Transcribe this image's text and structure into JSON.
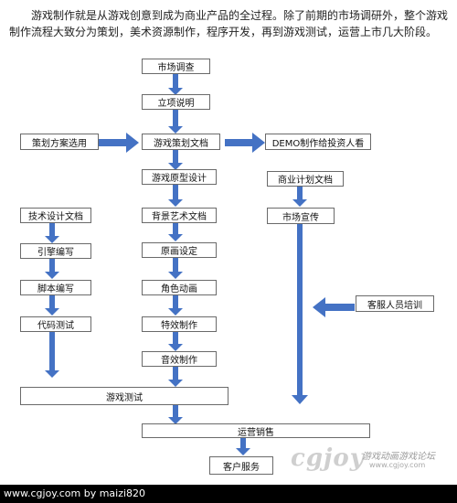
{
  "intro_text": "游戏制作就是从游戏创意到成为商业产品的全过程。除了前期的市场调研外，整个游戏制作流程大致分为策划，美术资源制作，程序开发，再到游戏测试，运营上市几大阶段。",
  "nodes": {
    "market_research": "市场调查",
    "project_approval": "立项说明",
    "plan_selection": "策划方案选用",
    "design_doc": "游戏策划文档",
    "demo_investors": "DEMO制作给投资人看",
    "prototype_design": "游戏原型设计",
    "business_plan": "商业计划文档",
    "tech_design_doc": "技术设计文档",
    "art_doc": "背景艺术文档",
    "marketing": "市场宣传",
    "engine_coding": "引擎编写",
    "concept_art": "原画设定",
    "script_coding": "脚本编写",
    "character_animation": "角色动画",
    "customer_training": "客服人员培训",
    "code_testing": "代码测试",
    "vfx_production": "特效制作",
    "sfx_production": "音效制作",
    "game_testing": "游戏测试",
    "operations_sales": "运营销售",
    "customer_service": "客户服务"
  },
  "watermark": {
    "logo": "cgjoy",
    "site_name": "游戏动画游戏论坛",
    "url": "www.cgjoy.com"
  },
  "footer_text": "www.cgjoy.com by maizi820",
  "colors": {
    "arrow": "#4472c4",
    "box_border": "#6a6a6a",
    "footer_bg": "#000000"
  }
}
